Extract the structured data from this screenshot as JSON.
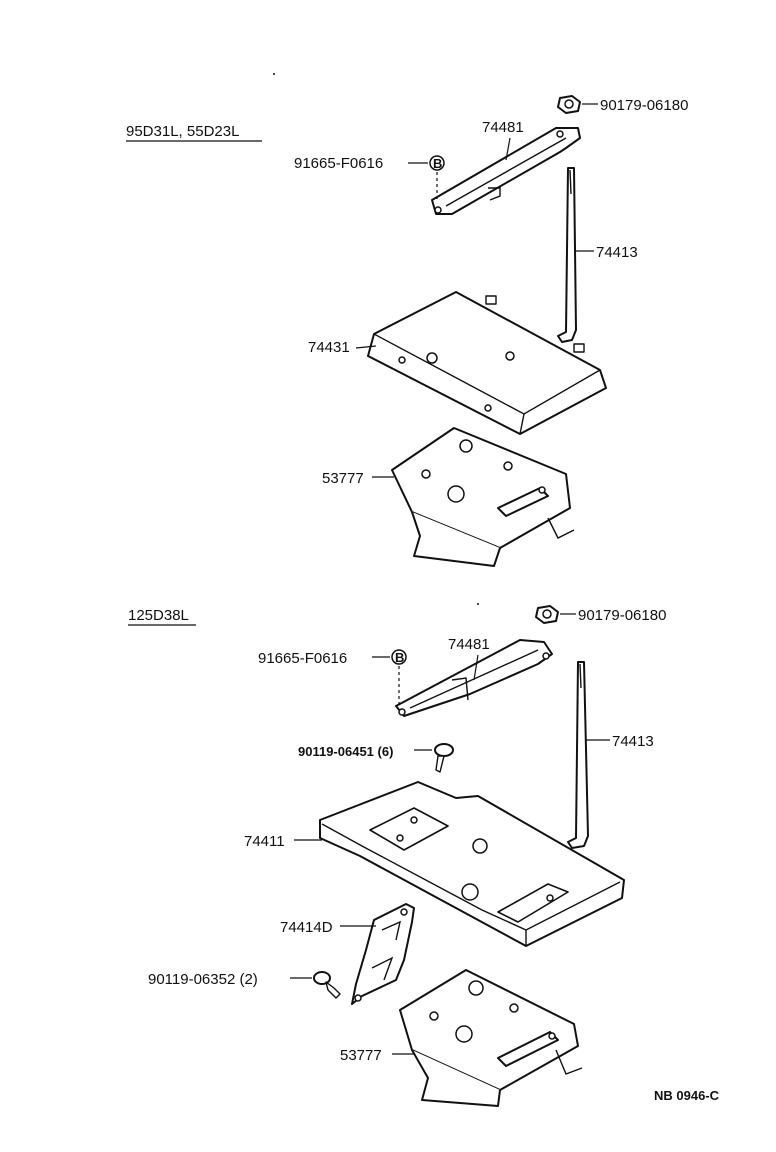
{
  "sections": [
    {
      "header": "95D31L, 55D23L",
      "labels": {
        "nut": "90179-06180",
        "clamp": "74481",
        "bolt": "91665-F0616",
        "bolt_marker": "B",
        "rod": "74413",
        "tray": "74431",
        "bracket": "53777"
      }
    },
    {
      "header": "125D38L",
      "labels": {
        "nut": "90179-06180",
        "clamp": "74481",
        "bolt": "91665-F0616",
        "bolt_marker": "B",
        "rod": "74413",
        "screw": "90119-06451 (6)",
        "tray": "74411",
        "stay": "74414D",
        "screw2": "90119-06352 (2)",
        "bracket": "53777"
      }
    }
  ],
  "reference_code": "NB 0946-C"
}
